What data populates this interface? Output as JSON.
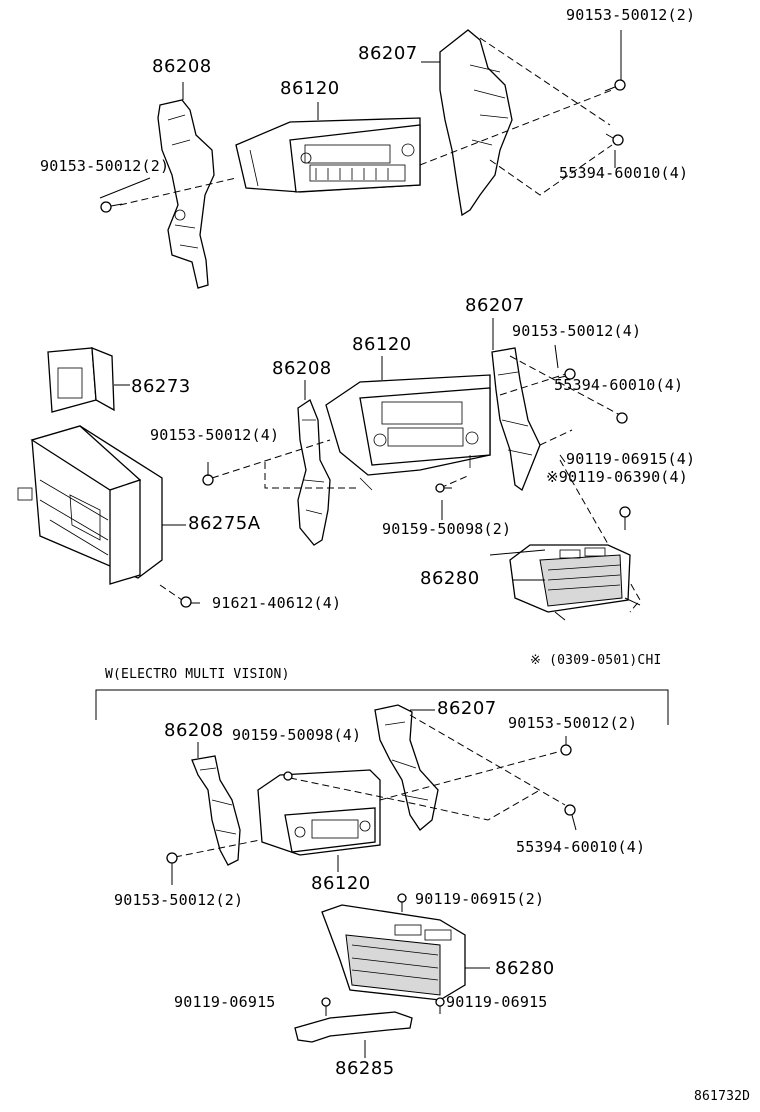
{
  "labels": {
    "s1_86208": "86208",
    "s1_86120": "86120",
    "s1_86207": "86207",
    "s1_90153_top": "90153-50012(2)",
    "s1_90153_left": "90153-50012(2)",
    "s1_55394": "55394-60010(4)",
    "s2_86207": "86207",
    "s2_86120": "86120",
    "s2_86208": "86208",
    "s2_86273": "86273",
    "s2_90153_right": "90153-50012(4)",
    "s2_55394": "55394-60010(4)",
    "s2_90153_left": "90153-50012(4)",
    "s2_90119_06915": "90119-06915(4)",
    "s2_90119_06390": "※90119-06390(4)",
    "s2_86275A": "86275A",
    "s2_90159": "90159-50098(2)",
    "s2_86280": "86280",
    "s2_91621": "91621-40612(4)",
    "s2_note": "※ (0309-0501)CHI",
    "s3_section": "W(ELECTRO MULTI VISION)",
    "s3_86208": "86208",
    "s3_90159": "90159-50098(4)",
    "s3_86207": "86207",
    "s3_90153_right": "90153-50012(2)",
    "s3_55394": "55394-60010(4)",
    "s3_90153_left": "90153-50012(2)",
    "s3_86120": "86120",
    "s3_90119_top": "90119-06915(2)",
    "s3_86280": "86280",
    "s3_90119_left": "90119-06915",
    "s3_90119_right": "90119-06915",
    "s3_86285": "86285",
    "figure_id": "861732D"
  }
}
